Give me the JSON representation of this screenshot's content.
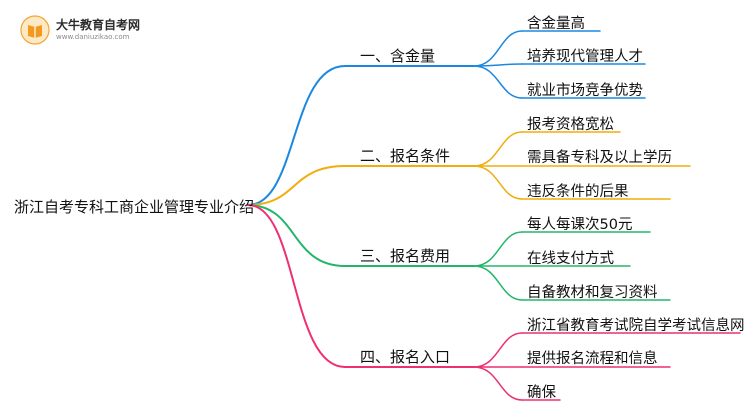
{
  "logo": {
    "title": "大牛教育自考网",
    "url": "www.daniuzikao.com"
  },
  "root": {
    "label": "浙江自考专科工商企业管理专业介绍"
  },
  "branches": [
    {
      "label": "一、含金量",
      "color": "#1a88e0",
      "children": [
        "含金量高",
        "培养现代管理人才",
        "就业市场竞争优势"
      ]
    },
    {
      "label": "二、报名条件",
      "color": "#f0ad0c",
      "children": [
        "报考资格宽松",
        "需具备专科及以上学历",
        "违反条件的后果"
      ]
    },
    {
      "label": "三、报名费用",
      "color": "#24b56b",
      "children": [
        "每人每课次50元",
        "在线支付方式",
        "自备教材和复习资料"
      ]
    },
    {
      "label": "四、报名入口",
      "color": "#ee2f74",
      "children": [
        "浙江省教育考试院自学考试信息网",
        "提供报名流程和信息",
        "确保"
      ]
    }
  ]
}
